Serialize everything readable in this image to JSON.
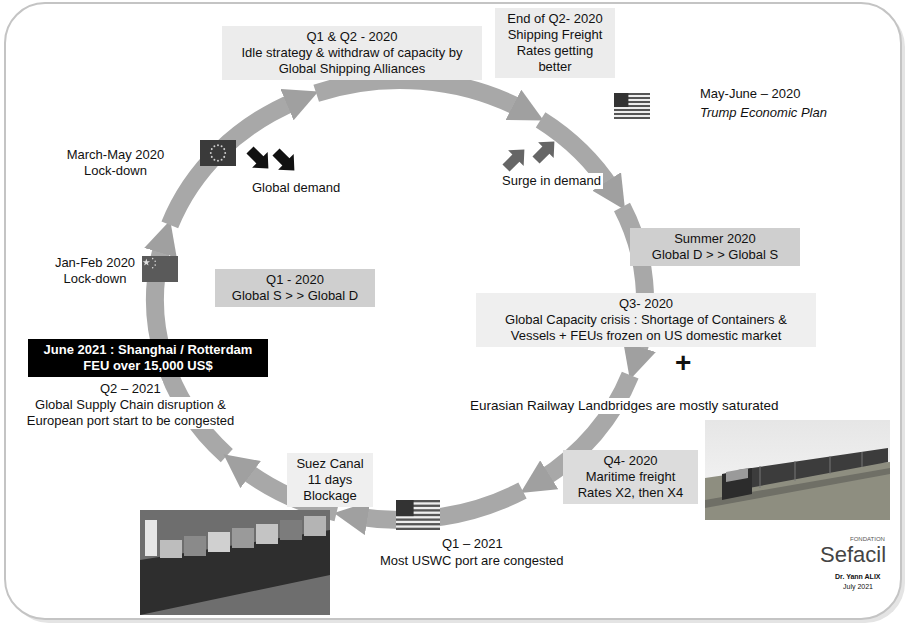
{
  "diagram": {
    "nodes": [
      {
        "text": [
          "Q1 & Q2 - 2020",
          "Idle strategy & withdraw of capacity by Global Shipping Alliances"
        ]
      },
      {
        "text": [
          "End of Q2- 2020",
          "Shipping Freight Rates getting better"
        ]
      },
      {
        "text": [
          "Summer 2020",
          "Global D > > Global S"
        ]
      },
      {
        "text": [
          "Q3- 2020",
          "Global Capacity crisis : Shortage of Containers & Vessels + FEUs frozen on US domestic market"
        ]
      },
      {
        "text": [
          "Q4- 2020",
          "Maritime freight Rates X2, then X4"
        ]
      },
      {
        "text": [
          "Suez Canal 11 days Blockage"
        ]
      },
      {
        "text": [
          "June 2021 : Shanghai / Rotterdam FEU over 15,000 US$"
        ]
      },
      {
        "text": [
          "Q1 - 2020",
          "Global S > > Global D"
        ]
      }
    ],
    "labels": [
      "March-May 2020 Lock-down",
      "Global demand",
      "Jan-Feb 2020 Lock-down",
      "May-June – 2020",
      "Trump Economic Plan",
      "Surge in demand",
      "+",
      "Eurasian Railway Landbridges are mostly saturated",
      "Q1 – 2021",
      "Most USWC port are congested",
      "Q2 – 2021",
      "Global Supply Chain disruption & European port start to be congested",
      "FONDATION",
      "Sefacil",
      "Dr. Yann ALIX",
      "July 2021"
    ]
  }
}
